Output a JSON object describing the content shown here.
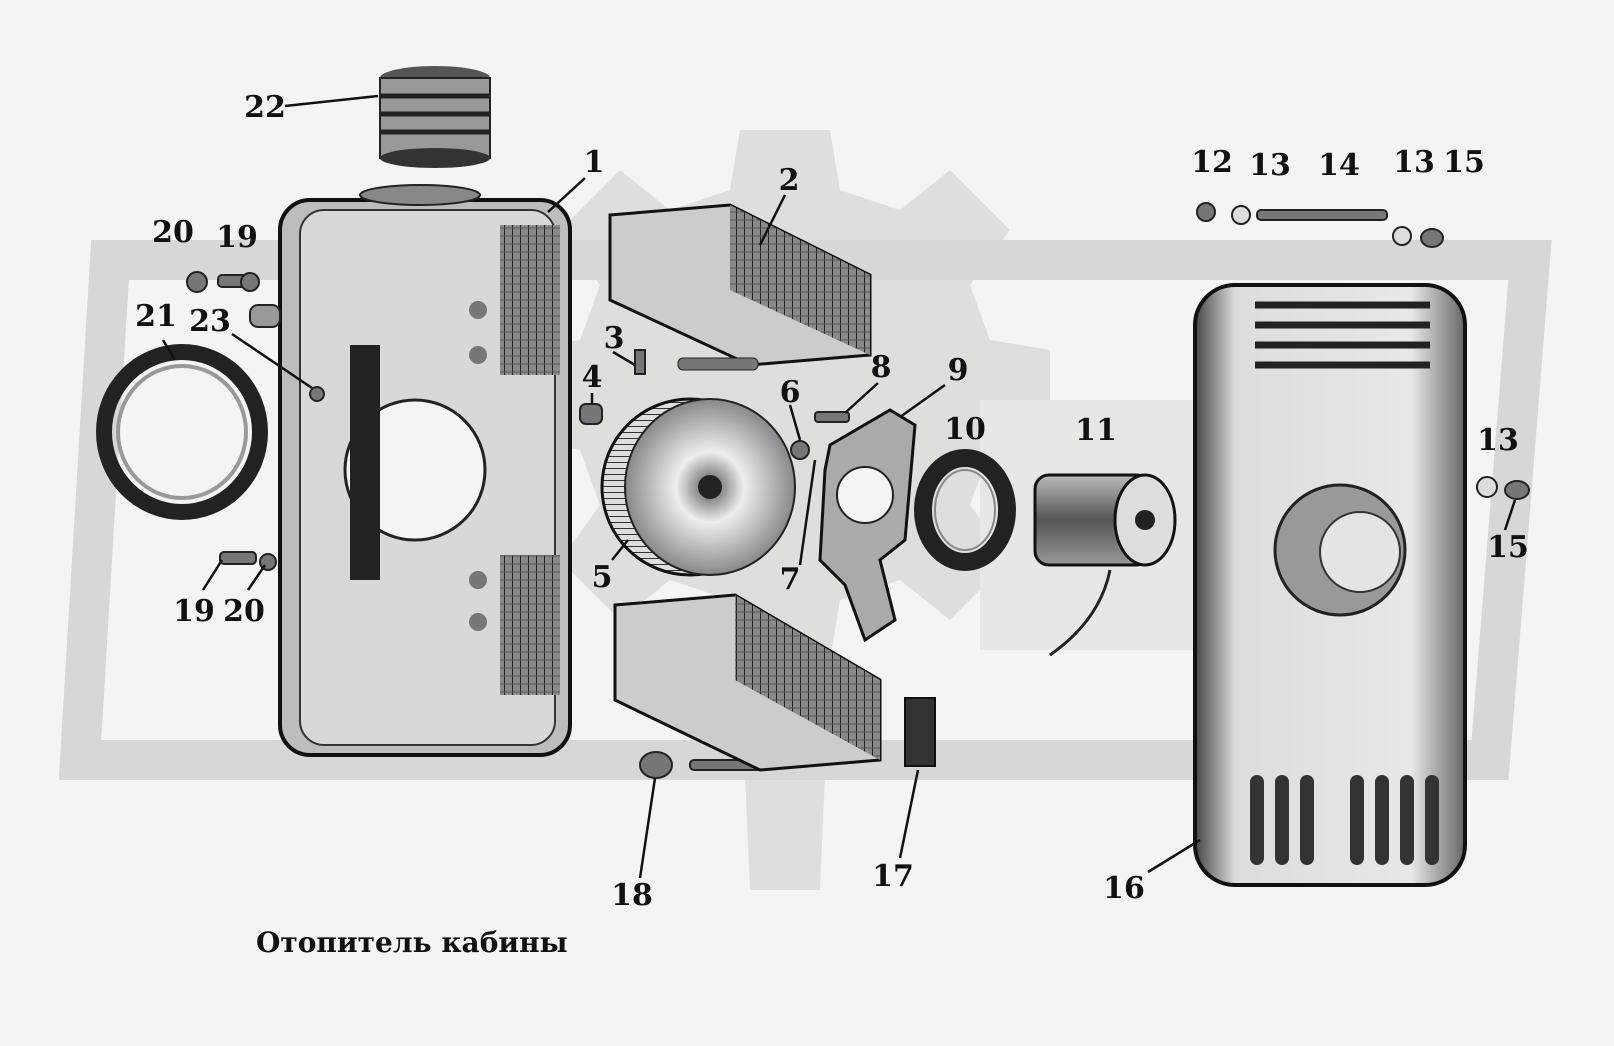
{
  "caption": "Отопитель кабины",
  "callouts": [
    "1",
    "2",
    "3",
    "4",
    "5",
    "6",
    "7",
    "8",
    "9",
    "10",
    "11",
    "12",
    "13",
    "13",
    "13",
    "14",
    "15",
    "15",
    "16",
    "17",
    "18",
    "19",
    "19",
    "20",
    "20",
    "21",
    "22",
    "23"
  ],
  "colors": {
    "background": "#f4f4f2",
    "ink": "#111111",
    "watermark": "#d9d9d6",
    "metal": "#777777",
    "metal_light": "#cfcfcf"
  }
}
